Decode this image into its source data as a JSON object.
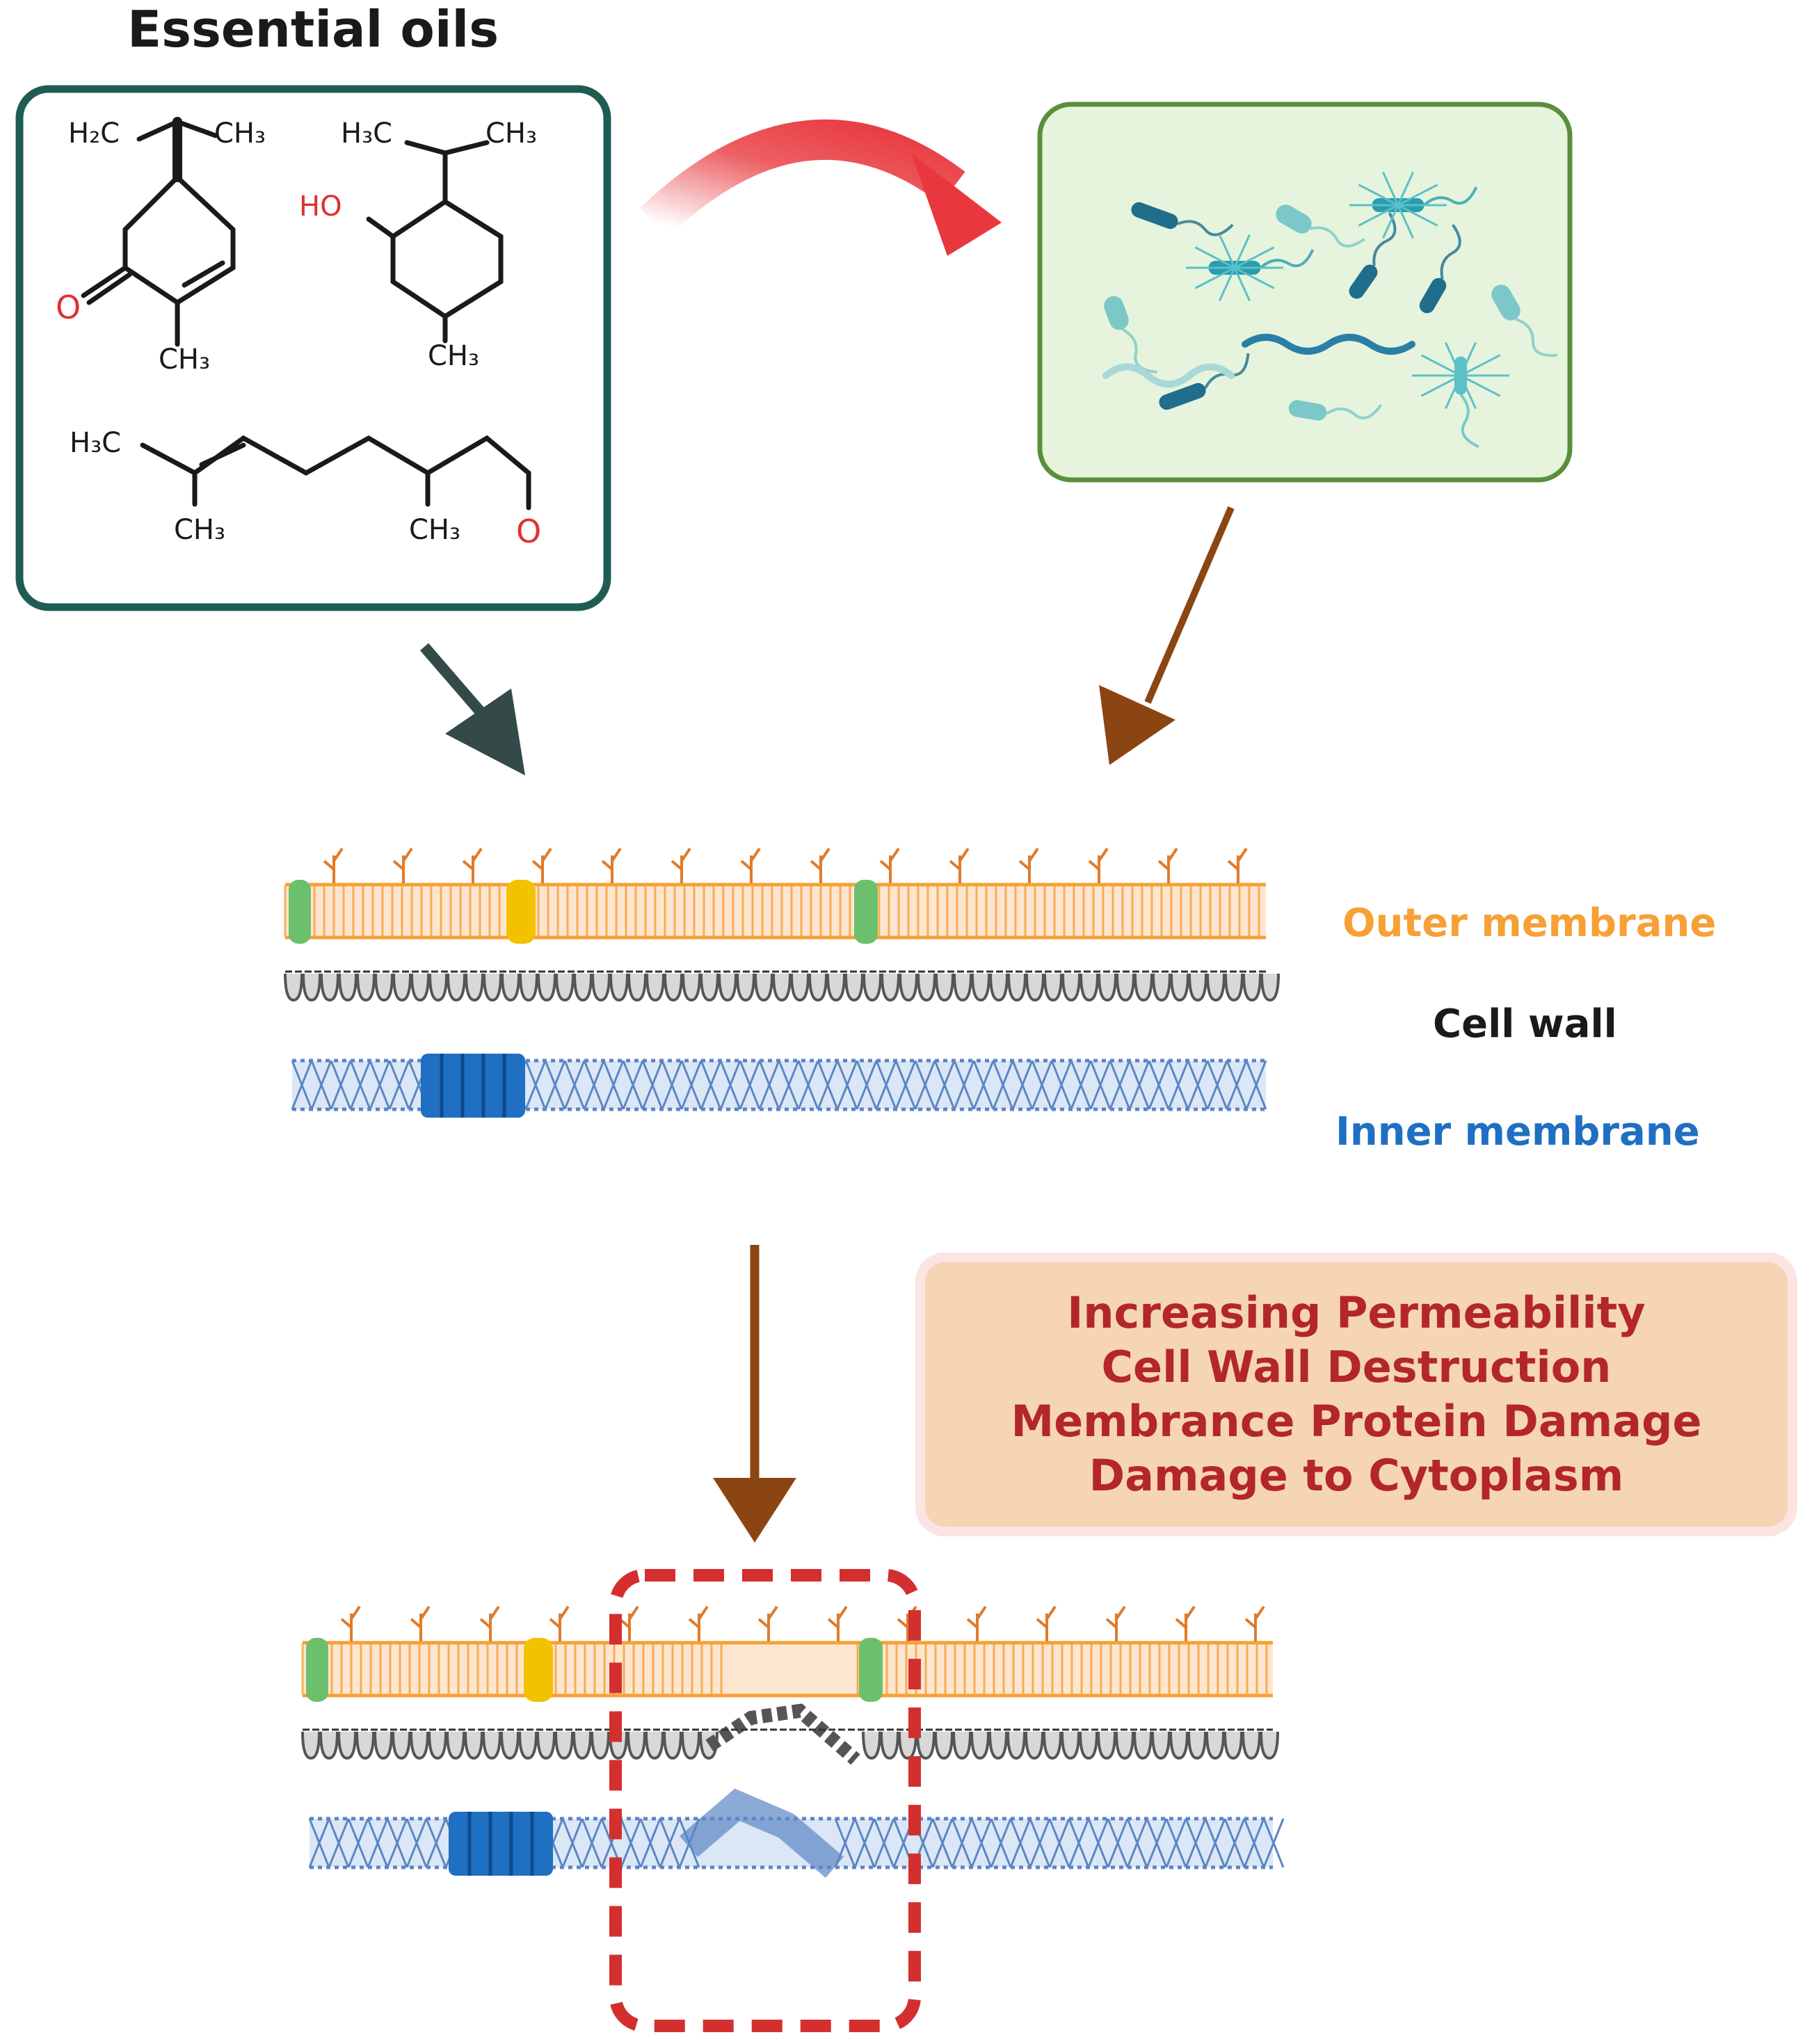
{
  "title": "Essential oils",
  "molecules": {
    "carvone": {
      "top_left": "H₂C",
      "top_right": "CH₃",
      "oxygen": "O",
      "bottom": "CH₃"
    },
    "menthol": {
      "top_left": "H₃C",
      "top_right": "CH₃",
      "hydroxyl": "HO",
      "bottom": "CH₃"
    },
    "citronellal": {
      "left": "H₃C",
      "branch1": "CH₃",
      "branch2": "CH₃",
      "oxygen": "O"
    }
  },
  "layers": {
    "outer_membrane": "Outer membrane",
    "cell_wall": "Cell wall",
    "inner_membrane": "Inner membrane"
  },
  "effects": [
    "Increasing Permeability",
    "Cell Wall Destruction",
    "Membrance Protein Damage",
    "Damage to Cytoplasm"
  ],
  "colors": {
    "oil_box_border": "#1f5c54",
    "bacteria_box_border": "#5a8f3c",
    "bacteria_box_fill": "#e6f4dd",
    "curved_arrow": "#e8383d",
    "dark_arrow": "#344a48",
    "brown_arrow": "#8b4513",
    "outer_membrane": "#f7a035",
    "inner_membrane": "#1f6fc2",
    "effect_text": "#b3262c",
    "damage_box": "#d32f2f",
    "oxygen_red": "#e03030"
  },
  "icons": [
    "curved-arrow-icon",
    "bacteria-icon",
    "membrane-icon",
    "damage-zone-icon"
  ]
}
